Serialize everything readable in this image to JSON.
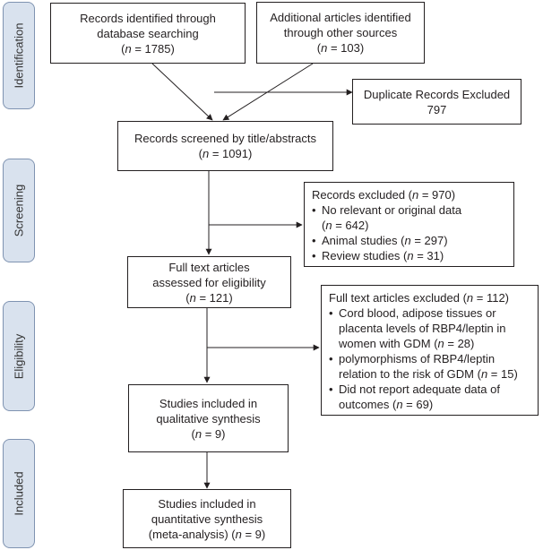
{
  "phases": {
    "identification": "Identification",
    "screening": "Screening",
    "eligibility": "Eligibility",
    "included": "Included"
  },
  "boxes": {
    "database": {
      "line1": "Records identified through",
      "line2": "database searching",
      "n_prefix": "n",
      "n_value": " = 1785"
    },
    "other": {
      "line1": "Additional articles identified",
      "line2": "through other sources",
      "n_prefix": "n",
      "n_value": " = 103"
    },
    "duplicates": {
      "line1": "Duplicate Records Excluded",
      "n_value": "797"
    },
    "screened": {
      "line1": "Records screened by title/abstracts",
      "n_prefix": "n",
      "n_value": " = 1091"
    },
    "excluded": {
      "title": "Records excluded (",
      "title_n": "n",
      "title_value": " = 970)",
      "items": [
        {
          "text": "No relevant or original data",
          "text2": "(",
          "n": "n",
          "value": " = 642)"
        },
        {
          "text": "Animal studies (",
          "n": "n",
          "value": " = 297)"
        },
        {
          "text": "Review studies (",
          "n": "n",
          "value": " = 31)"
        }
      ]
    },
    "fulltext": {
      "line1": "Full text articles",
      "line2": "assessed for eligibility",
      "n_prefix": "n",
      "n_value": " = 121"
    },
    "fulltext_excluded": {
      "title": "Full text articles excluded (",
      "title_n": "n",
      "title_value": " = 112)",
      "items": [
        {
          "l1": "Cord blood, adipose tissues or",
          "l2": "placenta levels of RBP4/leptin in",
          "l3": "women with GDM (",
          "n": "n",
          "value": " = 28)"
        },
        {
          "l1": "polymorphisms of RBP4/leptin",
          "l2": "relation to the risk of GDM (",
          "n": "n",
          "value": " = 15)"
        },
        {
          "l1": "Did not report adequate data of",
          "l2": "outcomes (",
          "n": "n",
          "value": " = 69)"
        }
      ]
    },
    "qualitative": {
      "line1": "Studies included in",
      "line2": "qualitative synthesis",
      "n_prefix": "n",
      "n_value": " = 9"
    },
    "quantitative": {
      "line1": "Studies included in",
      "line2": "quantitative synthesis",
      "line3": "(meta-analysis) (",
      "n_prefix": "n",
      "n_value": " = 9)"
    }
  }
}
